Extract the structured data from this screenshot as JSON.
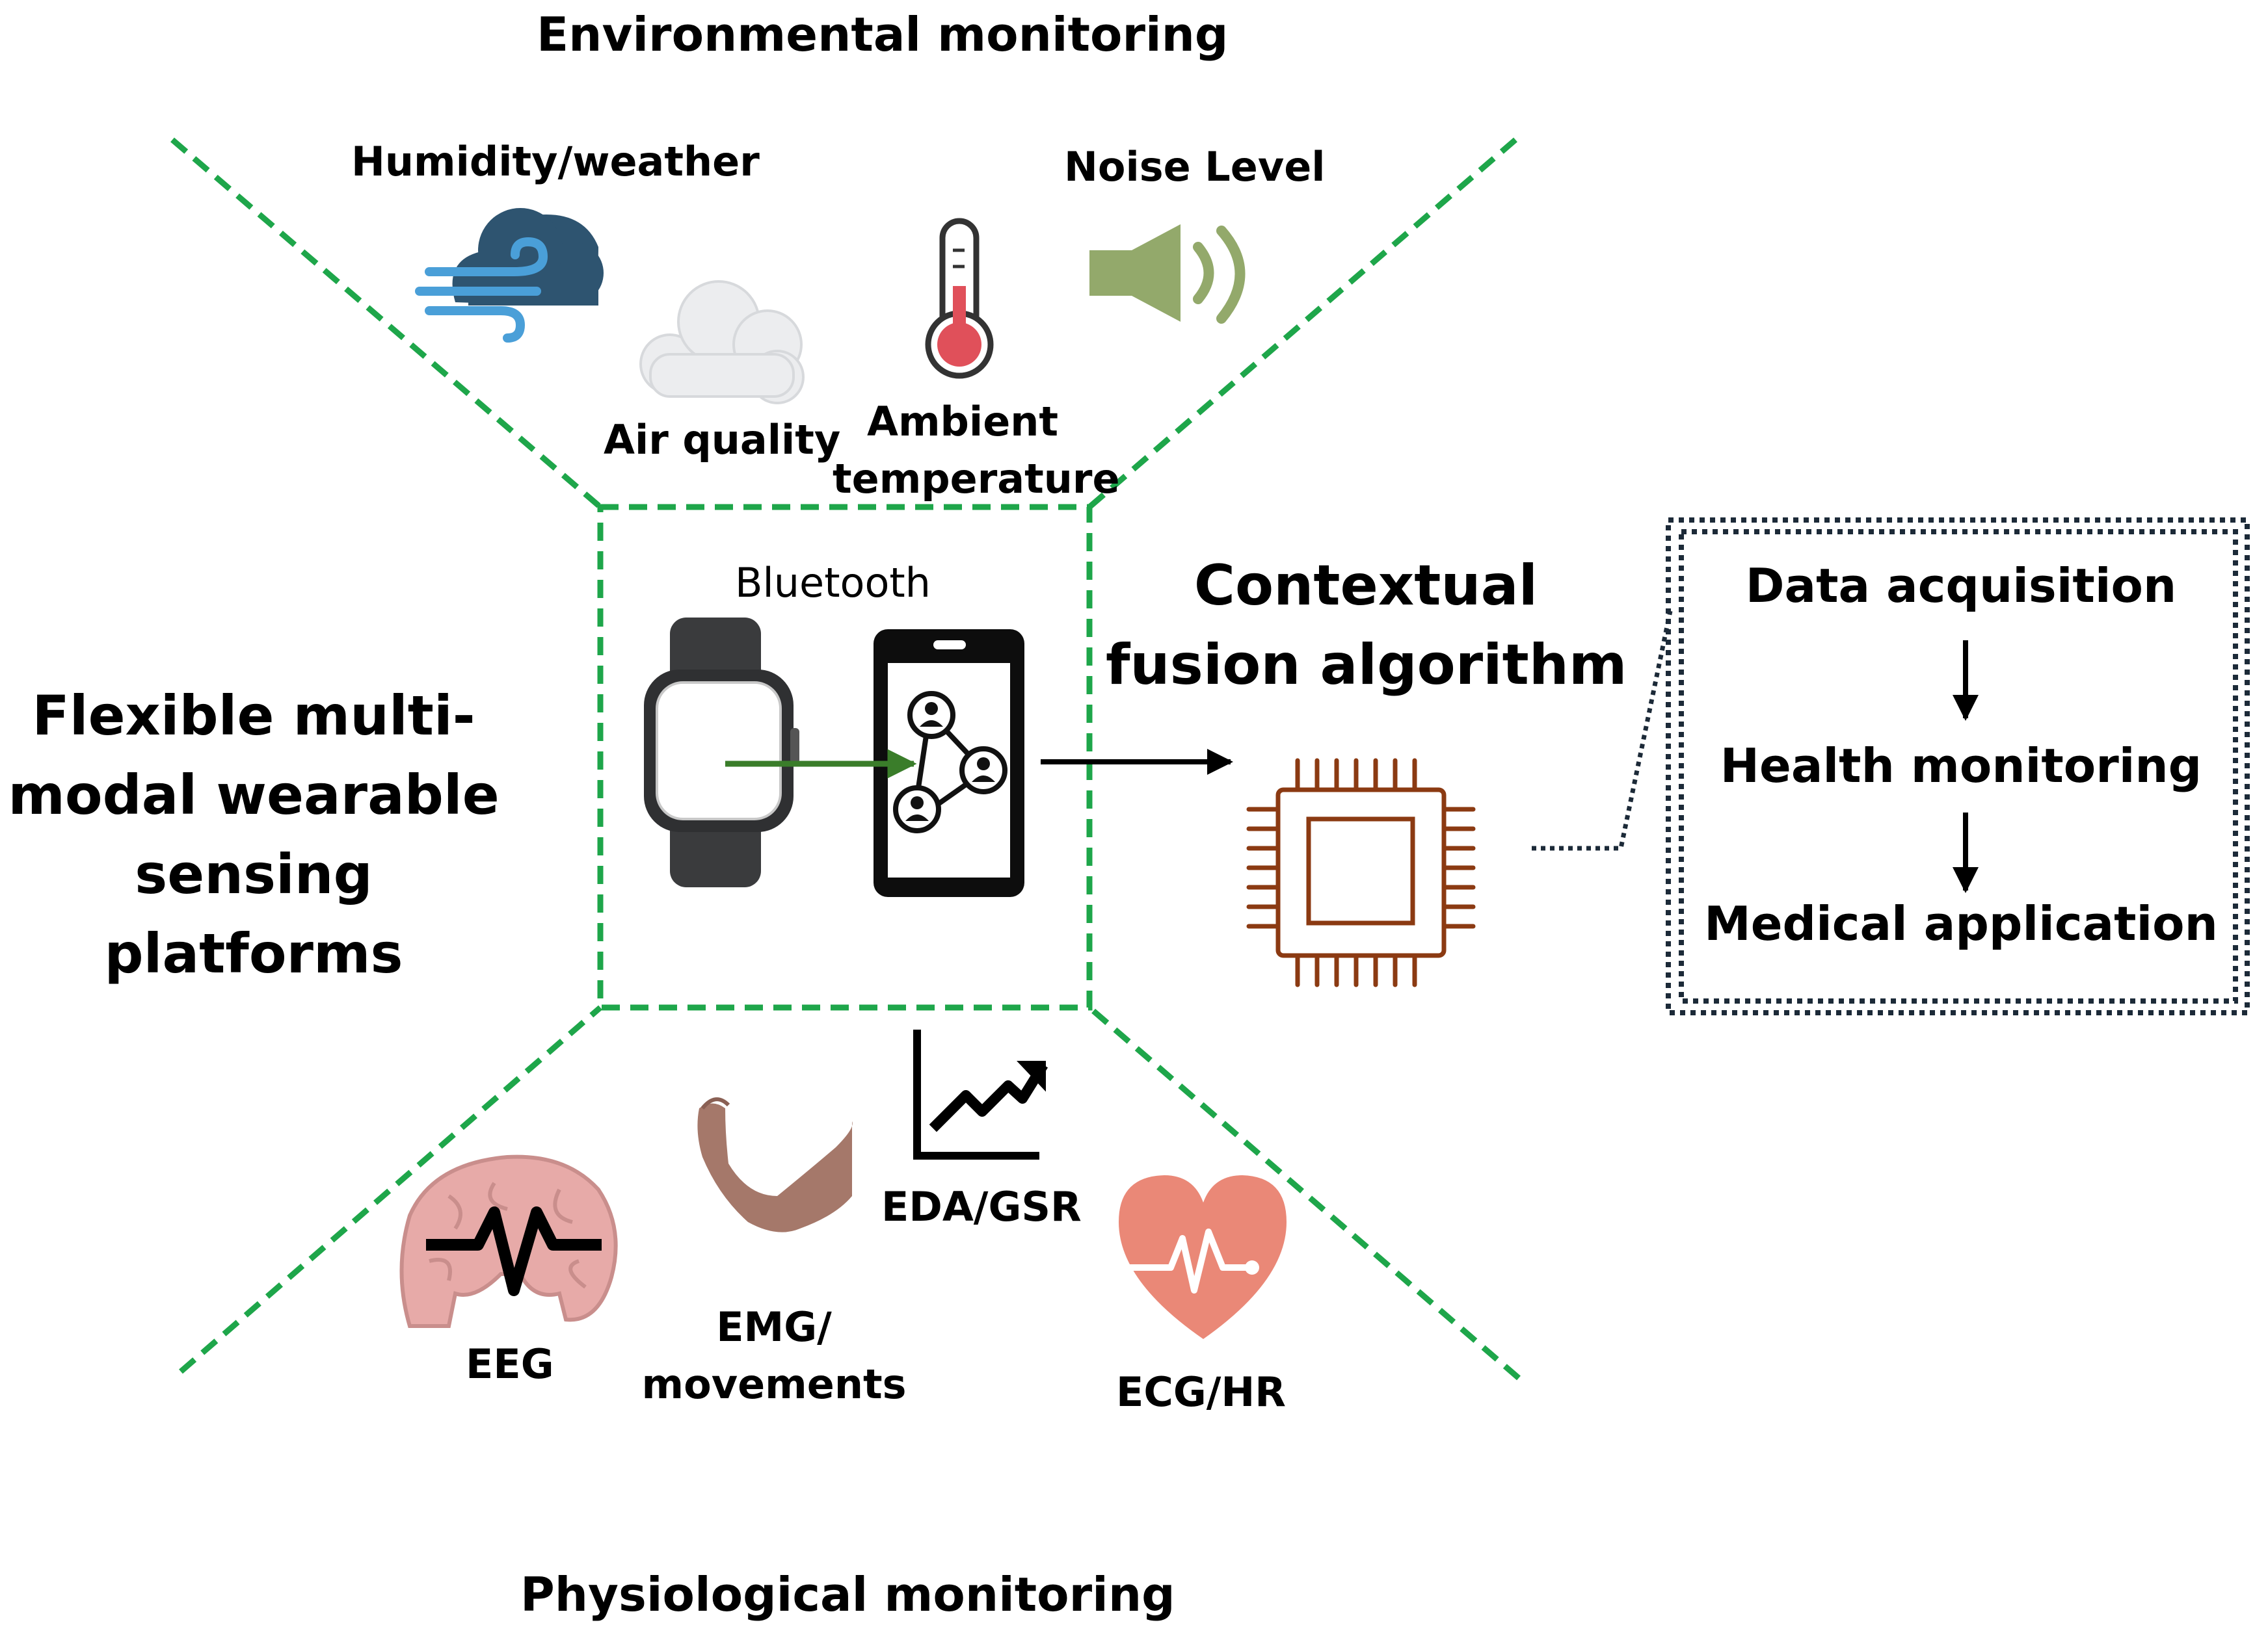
{
  "sections": {
    "environmental": "Environmental monitoring",
    "physiological": "Physiological monitoring"
  },
  "environment": {
    "humidity": "Humidity/weather",
    "air_quality": "Air quality",
    "ambient_temp_line1": "Ambient",
    "ambient_temp_line2": "temperature",
    "noise": "Noise Level"
  },
  "platform": {
    "line1": "Flexible multi-",
    "line2": "modal wearable",
    "line3": "sensing",
    "line4": "platforms"
  },
  "connectivity": {
    "bluetooth": "Bluetooth"
  },
  "algorithm": {
    "line1": "Contextual",
    "line2": "fusion algorithm"
  },
  "pipeline": {
    "steps": [
      "Data acquisition",
      "Health monitoring",
      "Medical application"
    ]
  },
  "physiology": {
    "eeg": "EEG",
    "emg_line1": "EMG/",
    "emg_line2": "movements",
    "eda": "EDA/GSR",
    "ecg": "ECG/HR"
  },
  "colors": {
    "dashed_green": "#1ea64a",
    "arrow_green": "#3a7d2a",
    "chip_brown": "#8b3a12",
    "cloud_blue": "#2e5470",
    "wind_blue": "#4a9fd8",
    "speaker_green": "#93a96b",
    "thermo_red": "#e0505a",
    "brain_pink": "#e7aaa8",
    "heart_coral": "#ea8877",
    "arm_brown": "#a5786a",
    "pipeline_border": "#1c2a38"
  }
}
